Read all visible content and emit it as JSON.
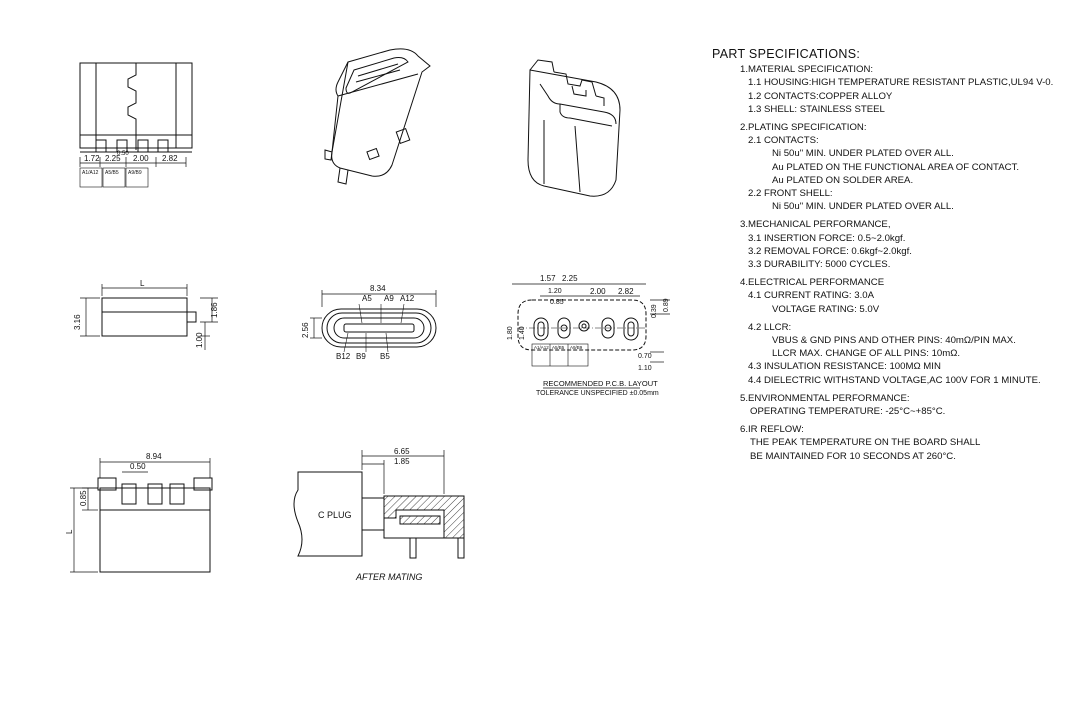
{
  "spec": {
    "title": "PART SPECIFICATIONS:",
    "lines": [
      {
        "t": "1.MATERIAL SPECIFICATION:",
        "c": "sec"
      },
      {
        "t": "1.1 HOUSING:HIGH TEMPERATURE RESISTANT PLASTIC,UL94 V-0.",
        "c": "sub"
      },
      {
        "t": "1.2 CONTACTS:COPPER ALLOY",
        "c": "sub"
      },
      {
        "t": "1.3 SHELL: STAINLESS STEEL",
        "c": "sub"
      },
      {
        "t": "2.PLATING SPECIFICATION:",
        "c": "sec gap"
      },
      {
        "t": "2.1 CONTACTS:",
        "c": "sub"
      },
      {
        "t": "Ni 50u\" MIN. UNDER PLATED OVER ALL.",
        "c": "detail"
      },
      {
        "t": "Au PLATED ON THE FUNCTIONAL AREA OF CONTACT.",
        "c": "detail"
      },
      {
        "t": "Au PLATED ON SOLDER AREA.",
        "c": "detail"
      },
      {
        "t": "2.2 FRONT SHELL:",
        "c": "sub"
      },
      {
        "t": "Ni 50u\" MIN. UNDER PLATED OVER ALL.",
        "c": "detail"
      },
      {
        "t": "3.MECHANICAL PERFORMANCE,",
        "c": "sec gap"
      },
      {
        "t": "3.1 INSERTION FORCE: 0.5~2.0kgf.",
        "c": "sub"
      },
      {
        "t": "3.2 REMOVAL FORCE: 0.6kgf~2.0kgf.",
        "c": "sub"
      },
      {
        "t": "3.3 DURABILITY: 5000 CYCLES.",
        "c": "sub"
      },
      {
        "t": "4.ELECTRICAL PERFORMANCE",
        "c": "sec gap"
      },
      {
        "t": "4.1 CURRENT RATING: 3.0A",
        "c": "sub"
      },
      {
        "t": "VOLTAGE RATING: 5.0V",
        "c": "detail"
      },
      {
        "t": "4.2 LLCR:",
        "c": "sub gap"
      },
      {
        "t": "VBUS & GND PINS AND OTHER PINS: 40mΩ/PIN MAX.",
        "c": "detail"
      },
      {
        "t": "LLCR MAX. CHANGE OF ALL PINS: 10mΩ.",
        "c": "detail"
      },
      {
        "t": "4.3 INSULATION RESISTANCE: 100MΩ  MIN",
        "c": "sub"
      },
      {
        "t": "4.4 DIELECTRIC WITHSTAND VOLTAGE,AC 100V FOR 1 MINUTE.",
        "c": "sub"
      },
      {
        "t": "5.ENVIRONMENTAL PERFORMANCE:",
        "c": "sec gap"
      },
      {
        "t": "OPERATING TEMPERATURE: -25°C~+85°C.",
        "c": "plain"
      },
      {
        "t": "6.IR REFLOW:",
        "c": "sec gap"
      },
      {
        "t": "THE PEAK TEMPERATURE ON THE BOARD SHALL",
        "c": "plain"
      },
      {
        "t": "BE MAINTAINED FOR 10 SECONDS AT 260°C.",
        "c": "plain"
      }
    ]
  },
  "dims": {
    "top_172": "1.72",
    "top_225": "2.25",
    "top_050": "0.50",
    "top_200": "2.00",
    "top_282": "2.82",
    "side_L": "L",
    "side_316": "3.16",
    "side_186": "1.86",
    "side_100": "1.00",
    "front_834": "8.34",
    "front_256": "2.56",
    "pin_a5": "A5",
    "pin_a9": "A9",
    "pin_a12": "A12",
    "pin_b12": "B12",
    "pin_b9": "B9",
    "pin_b5": "B5",
    "pcb_157": "1.57",
    "pcb_225": "2.25",
    "pcb_120": "1.20",
    "pcb_085": "0.85",
    "pcb_200": "2.00",
    "pcb_282": "2.82",
    "pcb_039": "0.39",
    "pcb_089": "0.89",
    "pcb_180": "1.80",
    "pcb_140": "1.40",
    "pcb_070": "0.70",
    "pcb_110": "1.10",
    "pcb_title": "RECOMMENDED  P.C.B. LAYOUT",
    "pcb_tol": "TOLERANCE UNSPECIFIED ±0.05mm",
    "bot_894": "8.94",
    "bot_050": "0.50",
    "bot_085": "0.85",
    "bot_L": "L",
    "mate_665": "6.65",
    "mate_185": "1.85",
    "mate_plug": "C PLUG",
    "mate_caption": "AFTER MATING",
    "tag_a1": "A1/A12",
    "tag_a2": "A5/B5",
    "tag_a3": "A9/B9"
  }
}
